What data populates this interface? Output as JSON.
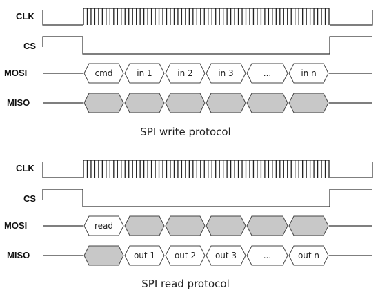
{
  "diagrams": [
    {
      "caption": "SPI write protocol",
      "signals": {
        "clk": "CLK",
        "cs": "CS",
        "mosi": "MOSI",
        "miso": "MISO"
      },
      "mosi_cells": [
        "cmd",
        "in 1",
        "in 2",
        "in 3",
        "...",
        "in n"
      ],
      "miso_cells": [
        "",
        "",
        "",
        "",
        "",
        ""
      ]
    },
    {
      "caption": "SPI read protocol",
      "signals": {
        "clk": "CLK",
        "cs": "CS",
        "mosi": "MOSI",
        "miso": "MISO"
      },
      "mosi_cells": [
        "read",
        "",
        "",
        "",
        "",
        ""
      ],
      "miso_cells": [
        "",
        "out 1",
        "out 2",
        "out 3",
        "...",
        "out n"
      ]
    }
  ],
  "colors": {
    "filled_cell": "#c8c8c8",
    "line": "#333333"
  }
}
